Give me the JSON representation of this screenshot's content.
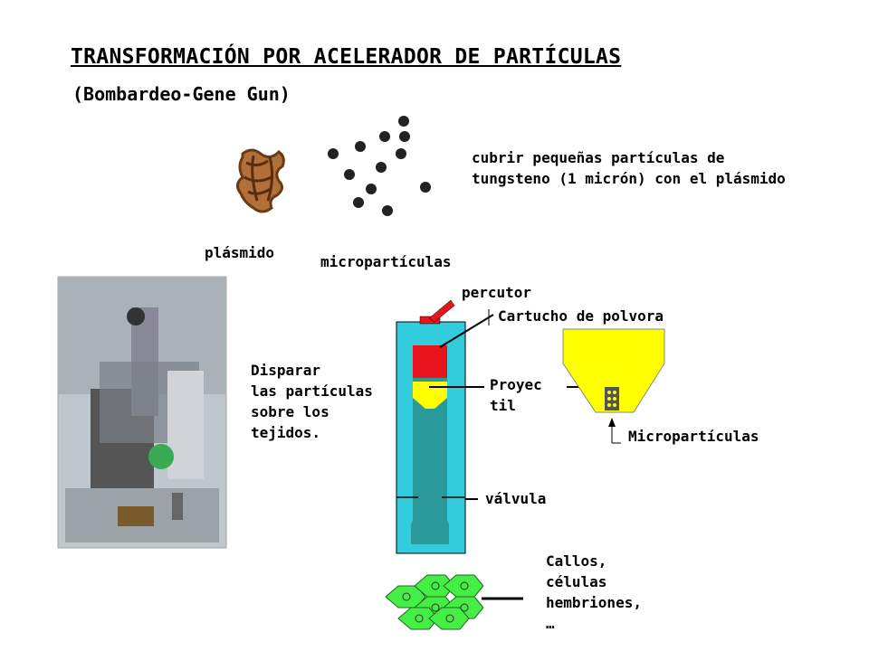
{
  "title": "TRANSFORMACIÓN POR ACELERADOR DE PARTÍCULAS",
  "subtitle": "(Bombardeo-Gene Gun)",
  "labels": {
    "plasmid": "plásmido",
    "microparticles": "micropartículas",
    "coating_line1": "cubrir pequeñas partículas de",
    "coating_line2": "tungsteno (1 micrón) con el plásmido",
    "shoot_line1": "Disparar",
    "shoot_line2": "las partículas",
    "shoot_line3": "sobre los",
    "shoot_line4": "tejidos.",
    "percussor": "percutor",
    "cartridge": "Cartucho de polvora",
    "projectile_line1": "Proyec",
    "projectile_line2": "til",
    "valve": "válvula",
    "microparticles_cap": "Micropartículas",
    "target_line1": "Callos,",
    "target_line2": "células",
    "target_line3": "hembriones,",
    "target_line4": "…"
  },
  "colors": {
    "barrel": "#33ccdd",
    "barrel_inner": "#2a9999",
    "cartridge": "#e8141c",
    "projectile": "#ffff00",
    "cells": "#44ee44",
    "plasmid": "#8b4513",
    "particle": "#222222"
  }
}
